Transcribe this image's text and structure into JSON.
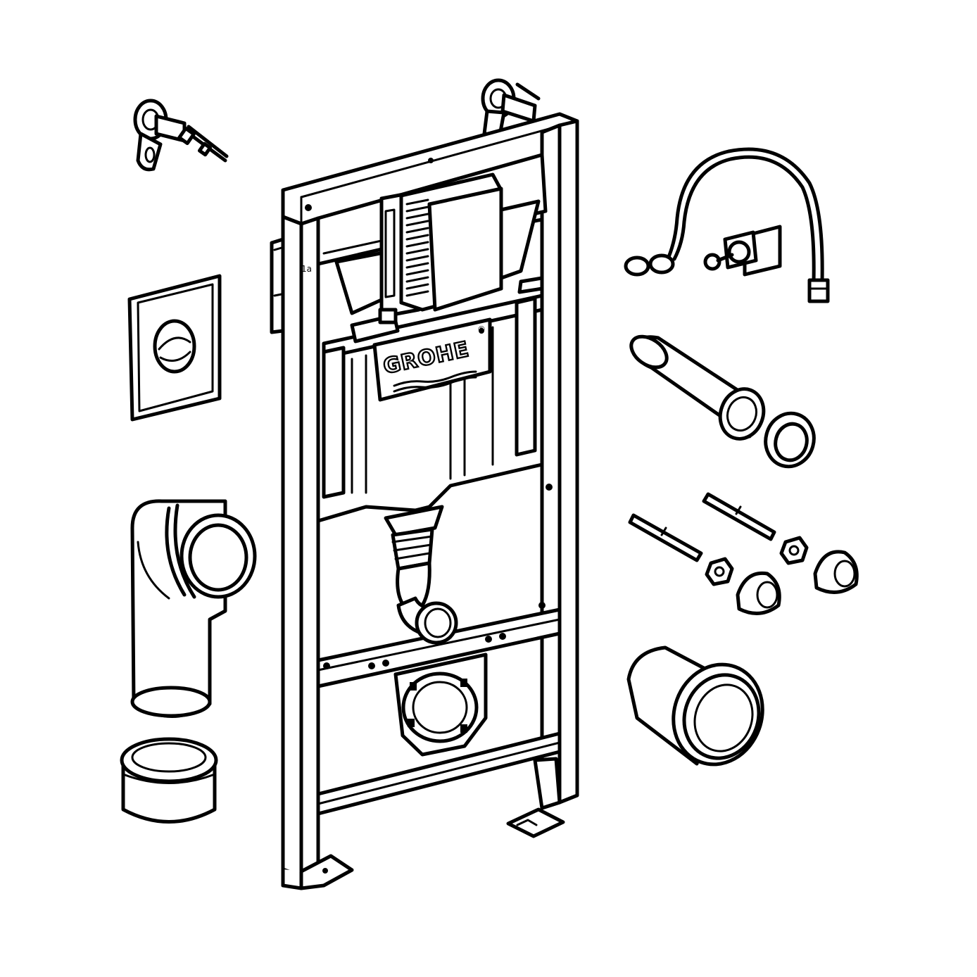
{
  "diagram": {
    "brand_label": "GROHE",
    "registered_mark": "®",
    "line_color": "#000000",
    "background_color": "#ffffff",
    "components": [
      "wall-bracket-left",
      "wall-bracket-right",
      "installation-frame",
      "cistern",
      "flush-plate",
      "water-supply-hose",
      "angle-valve",
      "connector-pipe",
      "sealing-ring",
      "mounting-bolts",
      "hex-nuts",
      "cap-nuts",
      "pan-connector",
      "flush-bend",
      "drain-elbow",
      "drain-sleeve"
    ]
  }
}
